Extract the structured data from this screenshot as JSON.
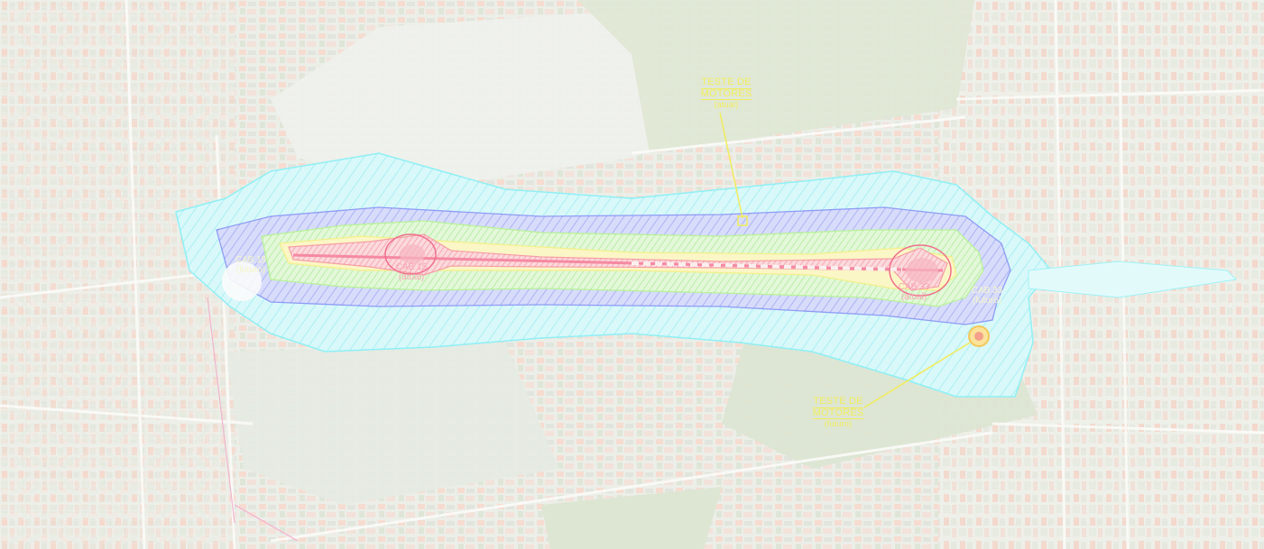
{
  "map": {
    "colors": {
      "background": "#e9ebe4",
      "contour_outer": "#9ff3f7",
      "contour_blue": "#8f9cf5",
      "contour_green": "#b9f29a",
      "contour_yellow": "#f3f08a",
      "contour_red": "#f6a0a6",
      "runway_core": "#f58aa2",
      "label_yellow": "#f1ec5c"
    },
    "labels": {
      "teste_atual_l1": "TESTE DE",
      "teste_atual_l2": "MOTORES",
      "teste_atual_l3": "(atual)",
      "teste_futuro_l1": "TESTE DE",
      "teste_futuro_l2": "MOTORES",
      "teste_futuro_l3": "(futuro)",
      "cab_left_l1": "CAB 15",
      "cab_left_l2": "(futuro)",
      "cab_inner_left_l1": "CAB 15",
      "cab_inner_left_l2": "(atual)",
      "cab_inner_right_l1": "CAB 33",
      "cab_inner_right_l2": "(atual)",
      "cab_right_l1": "CAB 33",
      "cab_right_l2": "(futuro)"
    }
  }
}
